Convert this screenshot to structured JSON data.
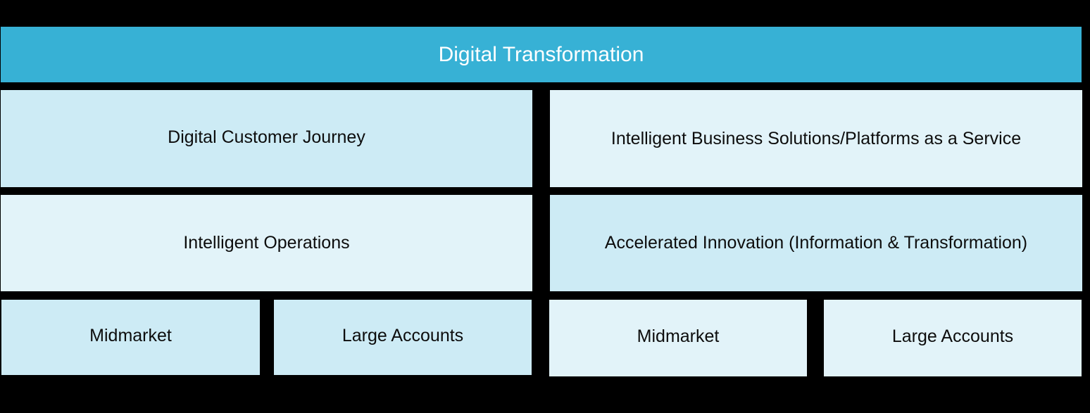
{
  "header": {
    "title": "Digital Transformation",
    "color": "#37b1d5"
  },
  "left_column": {
    "row1": {
      "label": "Digital Customer Journey",
      "color": "#cdebf5"
    },
    "row2": {
      "label": "Intelligent Operations",
      "color": "#e2f3f9"
    },
    "segments": [
      {
        "label": "Midmarket",
        "color": "#cdebf5"
      },
      {
        "label": "Large Accounts",
        "color": "#cdebf5"
      }
    ]
  },
  "right_column": {
    "row1": {
      "label": "Intelligent Business Solutions/Platforms as a Service",
      "color": "#e2f3f9"
    },
    "row2": {
      "label": "Accelerated Innovation (Information & Transformation)",
      "color": "#cdebf5"
    },
    "segments": [
      {
        "label": "Midmarket",
        "color": "#e2f3f9"
      },
      {
        "label": "Large Accounts",
        "color": "#e2f3f9"
      }
    ]
  },
  "background_color": "#000000"
}
